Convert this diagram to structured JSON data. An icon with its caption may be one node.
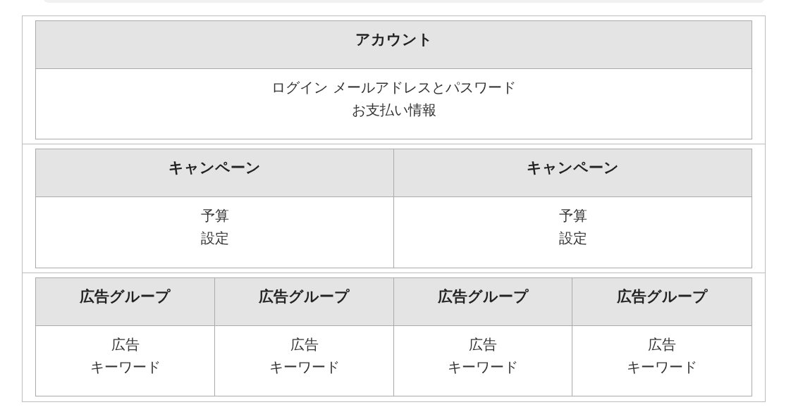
{
  "diagram": {
    "nodes": [
      {
        "text": [],
        "shape": "box"
      },
      {
        "text": [
          "アカウント",
          "ログイン メールアドレスとパスワード",
          "お支払い情報"
        ],
        "in": 0
      },
      {
        "text": [],
        "shape": "box"
      },
      {
        "text": [
          "キャンペーン",
          "予算",
          "設定"
        ],
        "in": 2
      },
      {
        "text": [
          "キャンペーン",
          "予算",
          "設定"
        ],
        "in": 2
      },
      {
        "text": [],
        "shape": "box"
      },
      {
        "text": [
          "広告グループ",
          "広告",
          "キーワード"
        ],
        "in": 5
      },
      {
        "text": [
          "広告グループ",
          "広告",
          "キーワード"
        ],
        "in": 5
      },
      {
        "text": [
          "広告グループ",
          "広告",
          "キーワード"
        ],
        "in": 5
      },
      {
        "text": [
          "広告グループ",
          "広告",
          "キーワード"
        ],
        "in": 5
      }
    ]
  }
}
